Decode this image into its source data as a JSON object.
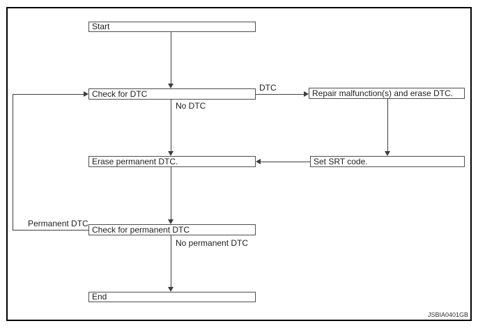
{
  "figure": {
    "code": "JSBIA0401GB"
  },
  "flowchart": {
    "nodes": {
      "start": "Start",
      "check_dtc": "Check for DTC",
      "repair_malfunction": "Repair malfunction(s) and erase DTC.",
      "erase_permanent_dtc": "Erase permanent DTC.",
      "set_srt_code": "Set SRT code.",
      "check_permanent_dtc": "Check for permanent DTC",
      "end": "End"
    },
    "edge_labels": {
      "dtc": "DTC",
      "no_dtc": "No DTC",
      "permanent_dtc": "Permanent DTC",
      "no_permanent_dtc": "No permanent DTC"
    },
    "colors": {
      "background": "#ffffff",
      "frame": "#000000",
      "box_border": "#4d4d4d",
      "line": "#3d3d3d",
      "text": "#1c1c1c"
    }
  }
}
